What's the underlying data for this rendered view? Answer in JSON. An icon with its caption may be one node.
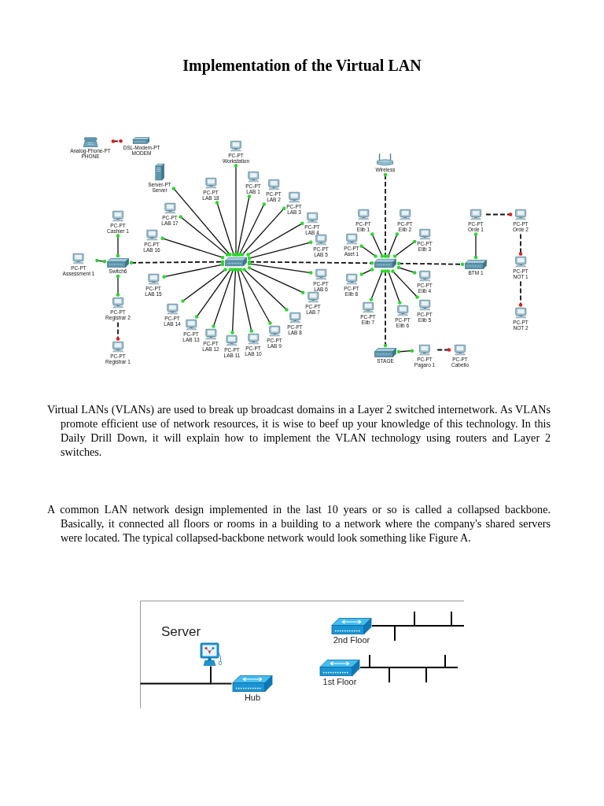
{
  "diagram": {
    "title": "Implementation of the Virtual LAN",
    "nodes": [
      {
        "text": [
          "Analog-Phone-PT",
          "PHONE"
        ]
      },
      {
        "text": [
          "DSL-Modem-PT",
          "MODEM"
        ]
      },
      {
        "text": [
          "PC-PT",
          "Workstation"
        ]
      },
      {
        "text": [
          "Wireless"
        ]
      },
      {
        "text": [
          "Server-PT",
          "Server"
        ]
      },
      {
        "text": [
          "PC-PT",
          "LAB 18"
        ]
      },
      {
        "text": [
          "PC-PT",
          "LAB 1"
        ]
      },
      {
        "text": [
          "PC-PT",
          "LAB 2"
        ]
      },
      {
        "text": [
          "PC-PT",
          "LAB 3"
        ]
      },
      {
        "text": [
          "PC-PT",
          "LAB 17"
        ]
      },
      {
        "text": [
          "PC-PT",
          "LAB 4"
        ]
      },
      {
        "text": [
          "PC-PT",
          "Cashier 1"
        ]
      },
      {
        "text": [
          "PC-PT",
          "Elib 1"
        ]
      },
      {
        "text": [
          "PC-PT",
          "Elib 2"
        ]
      },
      {
        "text": [
          "PC-PT",
          "Orde 1"
        ]
      },
      {
        "text": [
          "PC-PT",
          "Orde 2"
        ]
      },
      {
        "text": [
          "PC-PT",
          "Elib 3"
        ]
      },
      {
        "text": [
          "PC-PT",
          "Aset 1"
        ]
      },
      {
        "text": [
          "PC-PT",
          "LAB 16"
        ]
      },
      {
        "text": [
          "PC-PT",
          "LAB 5"
        ]
      },
      {
        "text": [
          "PC-PT",
          "Assessment 1"
        ]
      },
      {
        "text": [
          "Switch6"
        ]
      },
      {
        "text": [],
        "shape": "picture"
      },
      {
        "text": [],
        "shape": "picture"
      },
      {
        "text": [
          "BTM 1"
        ]
      },
      {
        "text": [
          "PC-PT",
          "NOT 1"
        ]
      },
      {
        "text": [
          "PC-PT",
          "LAB 15"
        ]
      },
      {
        "text": [
          "PC-PT",
          "LAB 6"
        ]
      },
      {
        "text": [
          "PC-PT",
          "Elib 8"
        ]
      },
      {
        "text": [
          "PC-PT",
          "Elib 4"
        ]
      },
      {
        "text": [
          "PC-PT",
          "LAB 14"
        ]
      },
      {
        "text": [
          "PC-PT",
          "Registrar 2"
        ]
      },
      {
        "text": [
          "PC-PT",
          "LAB 13"
        ]
      },
      {
        "text": [
          "PC-PT",
          "LAB 7"
        ]
      },
      {
        "text": [
          "PC-PT",
          "Elib 7"
        ]
      },
      {
        "text": [
          "PC-PT",
          "Elib 6"
        ]
      },
      {
        "text": [
          "PC-PT",
          "Elib 5"
        ]
      },
      {
        "text": [
          "PC-PT",
          "LAB 12"
        ]
      },
      {
        "text": [
          "PC-PT",
          "LAB 11"
        ]
      },
      {
        "text": [
          "PC-PT",
          "LAB 10"
        ]
      },
      {
        "text": [
          "PC-PT",
          "LAB 9"
        ]
      },
      {
        "text": [
          "PC-PT",
          "LAB 8"
        ]
      },
      {
        "text": [
          "PC-PT",
          "NOT 2"
        ]
      },
      {
        "text": [
          "PC-PT",
          "Registrar 1"
        ]
      },
      {
        "text": [
          "STAGE"
        ]
      },
      {
        "text": [
          "PC-PT",
          "Pagaro 1"
        ]
      },
      {
        "text": [
          "PC-PT",
          "Cabello"
        ]
      },
      {
        "text": [
          "Server"
        ]
      },
      {
        "text": [
          "2nd Floor"
        ]
      },
      {
        "text": [
          "1st Floor"
        ]
      },
      {
        "text": [
          "Hub"
        ]
      }
    ],
    "edges": [
      {
        "from": 0,
        "to": 1,
        "arrow": "other",
        "style": "dashed"
      },
      {
        "from": 2,
        "to": 22,
        "arrow": "other"
      },
      {
        "from": 4,
        "to": 22,
        "arrow": "other"
      },
      {
        "from": 22,
        "to": 6,
        "arrow": "other"
      },
      {
        "from": 22,
        "to": 7,
        "arrow": "other"
      },
      {
        "from": 22,
        "to": 8,
        "arrow": "other"
      },
      {
        "from": 22,
        "to": 10,
        "arrow": "other"
      },
      {
        "from": 22,
        "to": 19,
        "arrow": "other"
      },
      {
        "from": 22,
        "to": 27,
        "arrow": "other"
      },
      {
        "from": 22,
        "to": 33,
        "arrow": "other"
      },
      {
        "from": 22,
        "to": 41,
        "arrow": "other"
      },
      {
        "from": 22,
        "to": 40,
        "arrow": "other"
      },
      {
        "from": 22,
        "to": 39,
        "arrow": "other"
      },
      {
        "from": 22,
        "to": 38,
        "arrow": "other"
      },
      {
        "from": 22,
        "to": 37,
        "arrow": "other"
      },
      {
        "from": 22,
        "to": 32,
        "arrow": "other"
      },
      {
        "from": 22,
        "to": 30,
        "arrow": "other"
      },
      {
        "from": 22,
        "to": 26,
        "arrow": "other"
      },
      {
        "from": 22,
        "to": 18,
        "arrow": "other"
      },
      {
        "from": 22,
        "to": 9,
        "arrow": "other"
      },
      {
        "from": 22,
        "to": 5,
        "arrow": "other"
      },
      {
        "from": 21,
        "to": 22,
        "arrow": "other",
        "style": "dashed"
      },
      {
        "from": 11,
        "to": 21,
        "arrow": "other"
      },
      {
        "from": 20,
        "to": 21,
        "arrow": "other"
      },
      {
        "from": 31,
        "to": 21,
        "arrow": "other"
      },
      {
        "from": 31,
        "to": 43,
        "arrow": "other",
        "style": "dashed"
      },
      {
        "from": 22,
        "to": 23,
        "arrow": "other",
        "style": "dashed"
      },
      {
        "from": 3,
        "to": 23,
        "arrow": "other",
        "style": "dashed"
      },
      {
        "from": 23,
        "to": 12,
        "arrow": "other"
      },
      {
        "from": 23,
        "to": 13,
        "arrow": "other"
      },
      {
        "from": 23,
        "to": 16,
        "arrow": "other"
      },
      {
        "from": 23,
        "to": 29,
        "arrow": "other"
      },
      {
        "from": 23,
        "to": 36,
        "arrow": "other"
      },
      {
        "from": 23,
        "to": 35,
        "arrow": "other"
      },
      {
        "from": 23,
        "to": 34,
        "arrow": "other"
      },
      {
        "from": 23,
        "to": 28,
        "arrow": "other"
      },
      {
        "from": 23,
        "to": 17,
        "arrow": "other"
      },
      {
        "from": 23,
        "to": 44,
        "arrow": "other",
        "style": "dashed"
      },
      {
        "from": 44,
        "to": 45,
        "arrow": "other"
      },
      {
        "from": 45,
        "to": 46,
        "arrow": "other",
        "style": "dashed"
      },
      {
        "from": 23,
        "to": 24,
        "arrow": "other",
        "style": "dashed"
      },
      {
        "from": 24,
        "to": 14,
        "arrow": "other"
      },
      {
        "from": 14,
        "to": 15,
        "arrow": "other",
        "style": "dashed"
      },
      {
        "from": 15,
        "to": 25,
        "arrow": "other",
        "style": "dashed"
      },
      {
        "from": 25,
        "to": 42,
        "arrow": "other",
        "style": "dashed"
      },
      {
        "from": 47,
        "to": 50,
        "arrow": "none"
      }
    ],
    "labels": [
      "Virtual LANs (VLANs) are used to break up broadcast domains in a Layer 2 switched internetwork. As VLANs promote efficient use of network resources, it is wise to beef up your knowledge of this technology. In this Daily Drill Down, it will explain how to implement the VLAN technology using routers and Layer 2 switches.",
      "A common LAN network design implemented in the last 10 years or so is called a collapsed backbone. Basically, it connected all floors or rooms in a building to a network where the company's shared servers were located. The typical collapsed-backbone network would look something like Figure A."
    ]
  }
}
